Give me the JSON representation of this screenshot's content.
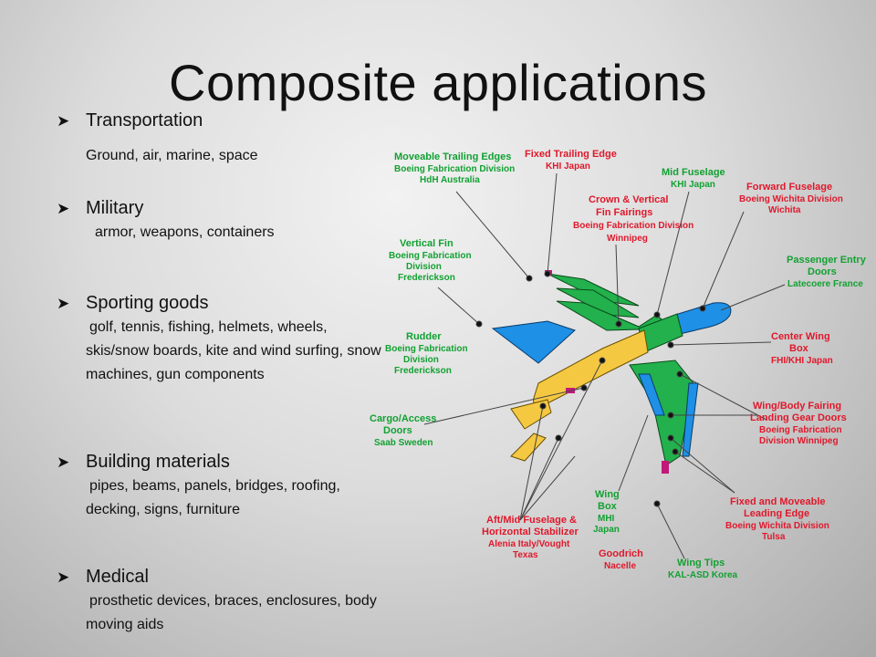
{
  "slide": {
    "title": "Composite applications",
    "bullets": [
      {
        "heading": "Transportation",
        "body": "Ground, air, marine, space"
      },
      {
        "heading": "Military",
        "body": "armor, weapons, containers"
      },
      {
        "heading": "Sporting goods",
        "body": "golf, tennis, fishing, helmets, wheels, skis/snow boards, kite and wind surfing, snow machines, gun components"
      },
      {
        "heading": "Building materials",
        "body": "pipes, beams, panels, bridges, roofing, decking, signs, furniture"
      },
      {
        "heading": "Medical",
        "body": "prosthetic devices, braces, enclosures, body moving aids"
      }
    ]
  },
  "diagram": {
    "labels": {
      "trailing_edges": [
        "Moveable Trailing Edges",
        "Boeing Fabrication Division",
        "HdH Australia"
      ],
      "fixed_trailing": [
        "Fixed Trailing Edge",
        "KHI Japan"
      ],
      "crown": [
        "Crown & Vertical",
        "Fin Fairings",
        "Boeing Fabrication Division",
        "Winnipeg"
      ],
      "mid_fuselage": [
        "Mid Fuselage",
        "KHI Japan"
      ],
      "forward_fuselage": [
        "Forward Fuselage",
        "Boeing Wichita Division",
        "Wichita"
      ],
      "vertical_fin": [
        "Vertical Fin",
        "Boeing Fabrication",
        "Division",
        "Frederickson"
      ],
      "passenger_doors": [
        "Passenger Entry",
        "Doors",
        "Latecoere France"
      ],
      "rudder": [
        "Rudder",
        "Boeing Fabrication",
        "Division",
        "Frederickson"
      ],
      "center_wing": [
        "Center Wing",
        "Box",
        "FHI/KHI Japan"
      ],
      "cargo_doors": [
        "Cargo/Access",
        "Doors",
        "Saab Sweden"
      ],
      "wing_body": [
        "Wing/Body Fairing",
        "Landing Gear Doors",
        "Boeing Fabrication",
        "Division Winnipeg"
      ],
      "aft_mid": [
        "Aft/Mid Fuselage &",
        "Horizontal Stabilizer",
        "Alenia Italy/Vought",
        "Texas"
      ],
      "wing_box": [
        "Wing",
        "Box",
        "MHI",
        "Japan"
      ],
      "goodrich": [
        "Goodrich",
        "Nacelle"
      ],
      "wing_tips": [
        "Wing Tips",
        "KAL-ASD Korea"
      ],
      "leading_edge": [
        "Fixed and Moveable",
        "Leading Edge",
        "Boeing Wichita Division",
        "Tulsa"
      ]
    }
  }
}
